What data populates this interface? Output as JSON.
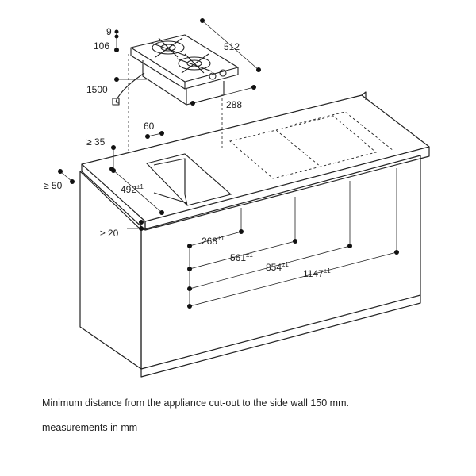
{
  "hob": {
    "depth_label": "512",
    "width_label": "288",
    "height_label": "106",
    "flange_label": "9",
    "cable_label": "1500"
  },
  "cutout": {
    "rear_margin_label": "60",
    "min_worktop_edge_label": "≥ 35",
    "min_front_overhang_label": "≥ 50",
    "min_thickness_label": "≥ 20",
    "depth_label": "492",
    "depth_tolerance": "±1"
  },
  "widths": [
    {
      "value": "268",
      "tolerance": "±1"
    },
    {
      "value": "561",
      "tolerance": "±1"
    },
    {
      "value": "854",
      "tolerance": "±1"
    },
    {
      "value": "1147",
      "tolerance": "±1"
    }
  ],
  "notes": {
    "side_wall": "Minimum distance from the appliance cut-out to the side wall 150 mm.",
    "units": "measurements in mm"
  },
  "colors": {
    "line": "#222222",
    "background": "#ffffff"
  }
}
